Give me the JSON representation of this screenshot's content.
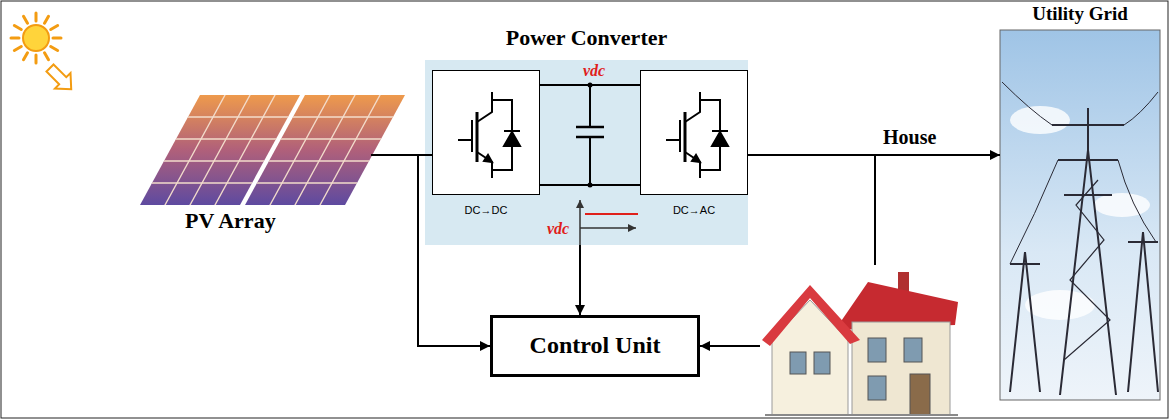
{
  "diagram": {
    "nodes": [
      {
        "text": [
          "PV Array"
        ]
      },
      {
        "text": [
          "Power Converter"
        ]
      },
      {
        "text": [
          "DC→DC"
        ],
        "in": 1
      },
      {
        "text": [
          "DC→AC"
        ],
        "in": 1
      },
      {
        "text": [
          "Control Unit"
        ]
      },
      {
        "text": [
          "House"
        ]
      },
      {
        "text": [
          "Utility Grid"
        ]
      }
    ],
    "edges": [
      {
        "from": 0,
        "to": 2,
        "arrow": "none"
      },
      {
        "from": 3,
        "to": 6,
        "arrow": "to"
      },
      {
        "from": 3,
        "to": 5,
        "arrow": "none"
      },
      {
        "from": 0,
        "to": 4,
        "arrow": "to"
      },
      {
        "from": 1,
        "to": 4,
        "arrow": "to"
      },
      {
        "from": 5,
        "to": 4,
        "arrow": "to"
      }
    ],
    "labels": [
      "vdc",
      "vdc"
    ]
  }
}
